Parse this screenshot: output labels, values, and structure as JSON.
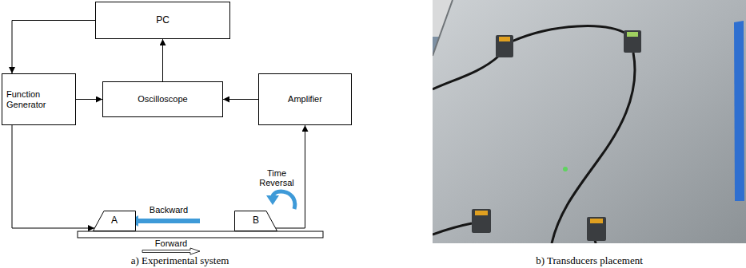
{
  "diagram": {
    "nodes": [
      {
        "text": [
          "PC"
        ]
      },
      {
        "text": [
          "Function Generator"
        ]
      },
      {
        "text": [
          "Oscilloscope"
        ]
      },
      {
        "text": [
          "Amplifier"
        ]
      },
      {
        "text": [
          "A"
        ]
      },
      {
        "text": [
          "B"
        ]
      }
    ],
    "edges": [
      {
        "from": 0,
        "to": 1,
        "arrow": "to"
      },
      {
        "from": 2,
        "to": 0,
        "arrow": "to"
      },
      {
        "from": 1,
        "to": 2,
        "arrow": "to"
      },
      {
        "from": 3,
        "to": 2,
        "arrow": "to"
      },
      {
        "from": 1,
        "to": 4,
        "arrow": "to"
      },
      {
        "from": 5,
        "to": 3,
        "arrow": "to"
      }
    ],
    "labels": [
      "Backward",
      "Forward",
      "Time Reversal",
      "a) Experimental system",
      "b) Transducers placement"
    ]
  }
}
